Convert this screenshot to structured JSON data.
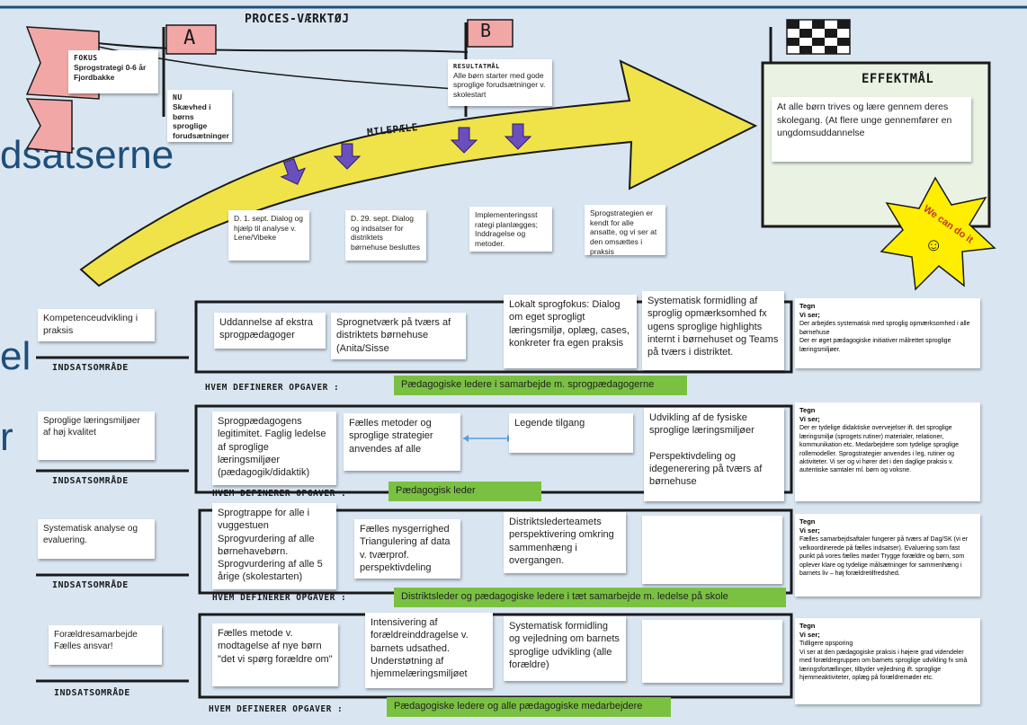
{
  "title": "PROCES-VÆRKTØJ",
  "flag_a": "A",
  "flag_b": "B",
  "fokus": {
    "label": "FOKUS",
    "text": "Sprogstrategi 0-6 år Fjordbakke"
  },
  "nu": {
    "label": "NU",
    "text": "Skævhed i børns sproglige forudsætninger"
  },
  "resultatmaal": {
    "label": "RESULTATMÅL",
    "text": "Alle børn starter med gode sproglige forudsætninger v. skolestart"
  },
  "milepaele": "MILEPÆLE",
  "effektmaal": {
    "label": "EFFEKTMÅL",
    "text": "At alle børn trives og lære gennem deres skolegang. (At flere unge gennemfører en ungdomsuddannelse"
  },
  "star_text": "We can do it",
  "star_smiley": "☺",
  "milestones": [
    "D. 1. sept. Dialog og hjælp til analyse v. Lene/Vibeke",
    "D. 29. sept. Dialog og indsatser for distriktets børnehuse besluttes",
    "Implementeringsst rategi planlægges; Inddragelse og metoder.",
    "Sprogstrategien er kendt for alle ansatte, og vi ser at den omsættes i praksis"
  ],
  "background_text": {
    "t1": "dsatserne",
    "t2": "el",
    "t3": "r"
  },
  "rows": [
    {
      "area": "Kompetenceudvikling i praksis",
      "indsats_label": "INDSATSOMRÅDE",
      "hvem_label": "HVEM DEFINERER OPGAVER :",
      "hvem": "Pædagogiske ledere i samarbejde m. sprogpædagogerne",
      "cards": [
        "Uddannelse af ekstra sprogpædagoger",
        "Sprognetværk på tværs af distriktets børnehuse (Anita/Sisse",
        "Lokalt sprogfokus: Dialog om eget sprogligt læringsmiljø, oplæg, cases, konkreter fra egen praksis",
        "Systematisk formidling af sproglig opmærksomhed fx ugens sproglige highlights internt i børnehuset og Teams på tværs i distriktet."
      ],
      "tegn": {
        "head": "Tegn",
        "sub": "Vi ser;",
        "text": "Der arbejdes systematisk med sproglig opmærksomhed i alle børnehuse\nDer er øget pædagogiske initiativer målrettet sproglige læringsmiljøer."
      }
    },
    {
      "area": "Sproglige læringsmiljøer af høj kvalitet",
      "indsats_label": "INDSATSOMRÅDE",
      "hvem_label": "HVEM DEFINERER OPGAVER :",
      "hvem": "Pædagogisk leder",
      "cards": [
        "Sprogpædagogens legitimitet. Faglig ledelse af sproglige læringsmiljøer (pædagogik/didaktik)",
        "Fælles metoder og sproglige strategier anvendes af alle",
        "Legende tilgang",
        "Udvikling af de fysiske sproglige læringsmiljøer\n\nPerspektivdeling og idegenerering på tværs af børnehuse"
      ],
      "tegn": {
        "head": "Tegn",
        "sub": "Vi ser;",
        "text": "Der er tydelige didaktiske overvejelser ift. det sproglige læringsmiljø (sprogets rutiner) materialer, relationer, kommunikation etc. Medarbejdere som tydelige sproglige rollemodeller. Sprogstrategier anvendes i leg, rutiner og aktiviteter. Vi ser og vi hører det i den daglige praksis v. autentiske samtaler ml. børn og voksne."
      }
    },
    {
      "area": "Systematisk analyse og evaluering.",
      "indsats_label": "INDSATSOMRÅDE",
      "hvem_label": "HVEM DEFINERER OPGAVER :",
      "hvem": "Distriktsleder og pædagogiske ledere i tæt samarbejde m. ledelse på skole",
      "cards": [
        "Sprogtrappe for alle i vuggestuen Sprogvurdering af alle børnehavebørn. Sprogvurdering af alle 5 årige (skolestarten)",
        "Fælles nysgerrighed Triangulering af data v. tværprof. perspektivdeling",
        "Distriktslederteamets perspektivering omkring sammenhæng i overgangen.",
        ""
      ],
      "tegn": {
        "head": "Tegn",
        "sub": "Vi ser;",
        "text": "Fælles samarbejdsaftaler fungerer på tværs af Dag/SK (vi er velkoordinerede på fælles indsatser). Evaluering som fast punkt på vores fælles møder Trygge forældre og børn, som oplever klare og tydelige målsætninger for sammenhæng i barnets liv – høj forældretilfredshed."
      }
    },
    {
      "area": "Forældresamarbejde Fælles ansvar!",
      "indsats_label": "INDSATSOMRÅDE",
      "hvem_label": "HVEM DEFINERER OPGAVER :",
      "hvem": "Pædagogiske ledere og alle pædagogiske medarbejdere",
      "cards": [
        "Fælles metode v. modtagelse af nye børn \"det vi spørg forældre om\"",
        "Intensivering af forældreinddragelse v. barnets udsathed. Understøtning af hjemmelæringsmiljøet",
        "Systematisk formidling og vejledning om barnets sproglige udvikling (alle forældre)",
        ""
      ],
      "tegn": {
        "head": "Tegn",
        "sub": "Vi ser;",
        "text": "Tidligere opsporing\nVi ser at den pædagogiske praksis i højere grad videndeler med forældregruppen om barnets sproglige udvikling fx små læringsfortællinger, tilbyder vejledning ift. sproglige hjemmeaktiviteter, oplæg på forældremøder etc."
      }
    }
  ],
  "colors": {
    "background": "#d9e6f2",
    "arrow": "#f0e34a",
    "flag": "#f2a7a7",
    "green": "#7ac142",
    "milestone_arrow": "#6b4fbf",
    "star": "#ffee00"
  }
}
